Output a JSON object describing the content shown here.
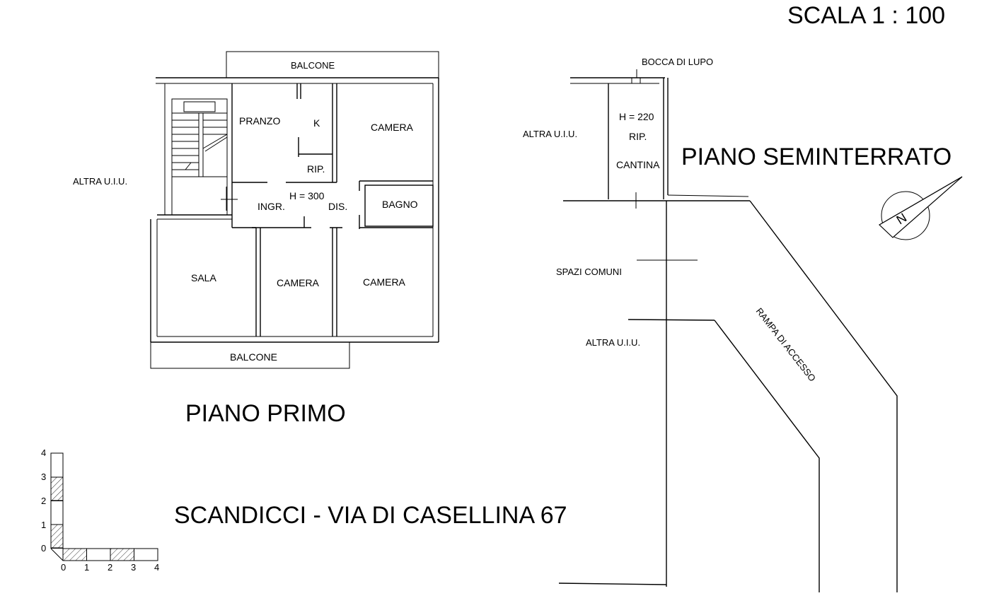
{
  "header": {
    "scale": "SCALA 1 : 100"
  },
  "piano_primo": {
    "title": "PIANO PRIMO",
    "balcone_top": "BALCONE",
    "balcone_bottom": "BALCONE",
    "altra_uiu": "ALTRA U.I.U.",
    "pranzo": "PRANZO",
    "k": "K",
    "rip": "RIP.",
    "camera_top": "CAMERA",
    "height": "H = 300",
    "ingr": "INGR.",
    "dis": "DIS.",
    "bagno": "BAGNO",
    "sala": "SALA",
    "camera_mid": "CAMERA",
    "camera_right": "CAMERA"
  },
  "piano_seminterrato": {
    "title": "PIANO SEMINTERRATO",
    "bocca_di_lupo": "BOCCA DI LUPO",
    "altra_uiu_top": "ALTRA U.I.U.",
    "height": "H = 220",
    "rip": "RIP.",
    "cantina": "CANTINA",
    "spazi_comuni": "SPAZI COMUNI",
    "altra_uiu_bottom": "ALTRA U.I.U.",
    "rampa": "RAMPA DI ACCESSO"
  },
  "address": "SCANDICCI - VIA DI CASELLINA 67",
  "scale_bar": {
    "x_ticks": [
      "0",
      "1",
      "2",
      "3",
      "4"
    ],
    "y_ticks": [
      "0",
      "1",
      "2",
      "3",
      "4"
    ]
  },
  "compass": {
    "icon": "north-arrow-icon",
    "letter": "N"
  }
}
